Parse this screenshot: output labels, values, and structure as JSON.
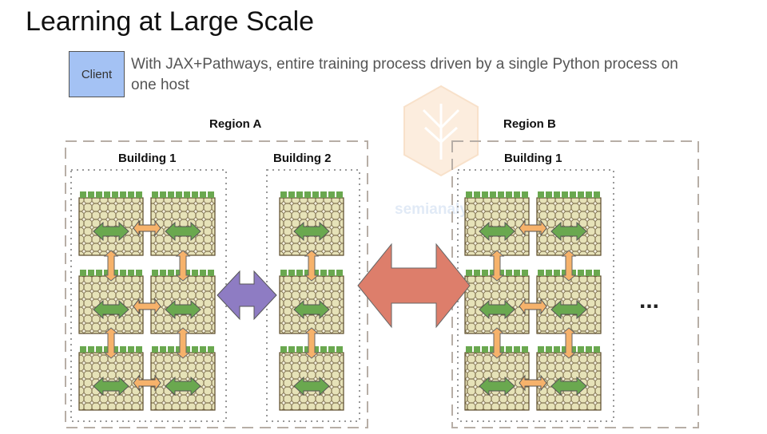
{
  "title": "Learning at Large Scale",
  "client_label": "Client",
  "description": "With JAX+Pathways, entire training process driven by a single Python process on one host",
  "regions": [
    {
      "label": "Region A",
      "buildings": [
        "Building 1",
        "Building 2"
      ]
    },
    {
      "label": "Region B",
      "buildings": [
        "Building 1"
      ]
    }
  ],
  "ellipsis": "...",
  "watermark": "semianalysis",
  "colors": {
    "client_fill": "#a4c2f4",
    "chip_top": "#6aa84f",
    "chip_body": "#e6e2b8",
    "intra_pod_arrow": "#6aa84f",
    "pod_link_arrow": "#f6b26b",
    "building_link_arrow": "#8e7cc3",
    "region_link_arrow": "#dd7e6b"
  }
}
